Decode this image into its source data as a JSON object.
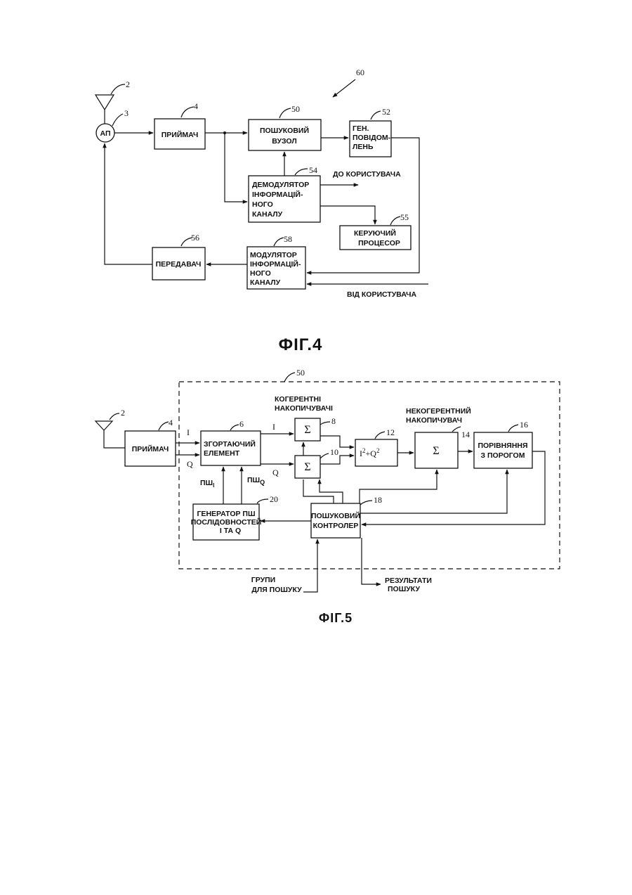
{
  "fig4": {
    "caption": "ФІГ.4",
    "ref_system": "60",
    "antenna": {
      "ref": "2"
    },
    "ap": {
      "ref": "3",
      "label": "АП"
    },
    "receiver": {
      "ref": "4",
      "label": "ПРИЙМАЧ"
    },
    "search_unit": {
      "ref": "50",
      "lines": [
        "ПОШУКОВИЙ",
        "ВУЗОЛ"
      ]
    },
    "msg_gen": {
      "ref": "52",
      "lines": [
        "ГЕН.",
        "ПОВІДОМ-",
        "ЛЕНЬ"
      ]
    },
    "demodulator": {
      "ref": "54",
      "lines": [
        "ДЕМОДУЛЯТОР",
        "ІНФОРМАЦІЙ-",
        "НОГО",
        "КАНАЛУ"
      ]
    },
    "to_user": "ДО КОРИСТУВАЧА",
    "control_proc": {
      "ref": "55",
      "lines": [
        "КЕРУЮЧИЙ",
        "ПРОЦЕСОР"
      ]
    },
    "transmitter": {
      "ref": "56",
      "label": "ПЕРЕДАВАЧ"
    },
    "modulator": {
      "ref": "58",
      "lines": [
        "МОДУЛЯТОР",
        "ІНФОРМАЦІЙ-",
        "НОГО",
        "КАНАЛУ"
      ]
    },
    "from_user": "ВІД КОРИСТУВАЧА"
  },
  "fig5": {
    "caption": "ФІГ.5",
    "ref_search": "50",
    "antenna": {
      "ref": "2"
    },
    "receiver": {
      "ref": "4",
      "label": "ПРИЙМАЧ"
    },
    "despreader": {
      "ref": "6",
      "lines": [
        "ЗГОРТАЮЧИЙ",
        "ЕЛЕМЕНТ"
      ]
    },
    "coherent_label": [
      "КОГЕРЕНТНІ",
      "НАКОПИЧУВАЧІ"
    ],
    "acc_i": {
      "ref": "8",
      "symbol": "Σ"
    },
    "acc_q": {
      "ref": "10",
      "symbol": "Σ"
    },
    "squarer": {
      "ref": "12",
      "base1": "I",
      "exp1": "2",
      "plus": "+Q",
      "exp2": "2"
    },
    "noncoherent_label": [
      "НЕКОГЕРЕНТНИЙ",
      "НАКОПИЧУВАЧ"
    ],
    "acc_nc": {
      "ref": "14",
      "symbol": "Σ"
    },
    "comparator": {
      "ref": "16",
      "lines": [
        "ПОРІВНЯННЯ",
        "З ПОРОГОМ"
      ]
    },
    "controller": {
      "ref": "18",
      "lines": [
        "ПОШУКОВИЙ",
        "КОНТРОЛЕР"
      ]
    },
    "pn_gen": {
      "ref": "20",
      "lines": [
        "ГЕНЕРАТОР ПШ",
        "ПОСЛІДОВНОСТЕЙ",
        "І ТА Q"
      ]
    },
    "sig_i": "I",
    "sig_q": "Q",
    "pn_i": {
      "base": "ПШ",
      "sub": "I"
    },
    "pn_q": {
      "base": "ПШ",
      "sub": "Q"
    },
    "groups": [
      "ГРУПИ",
      "ДЛЯ ПОШУКУ"
    ],
    "results": [
      "РЕЗУЛЬТАТИ",
      "ПОШУКУ"
    ]
  }
}
